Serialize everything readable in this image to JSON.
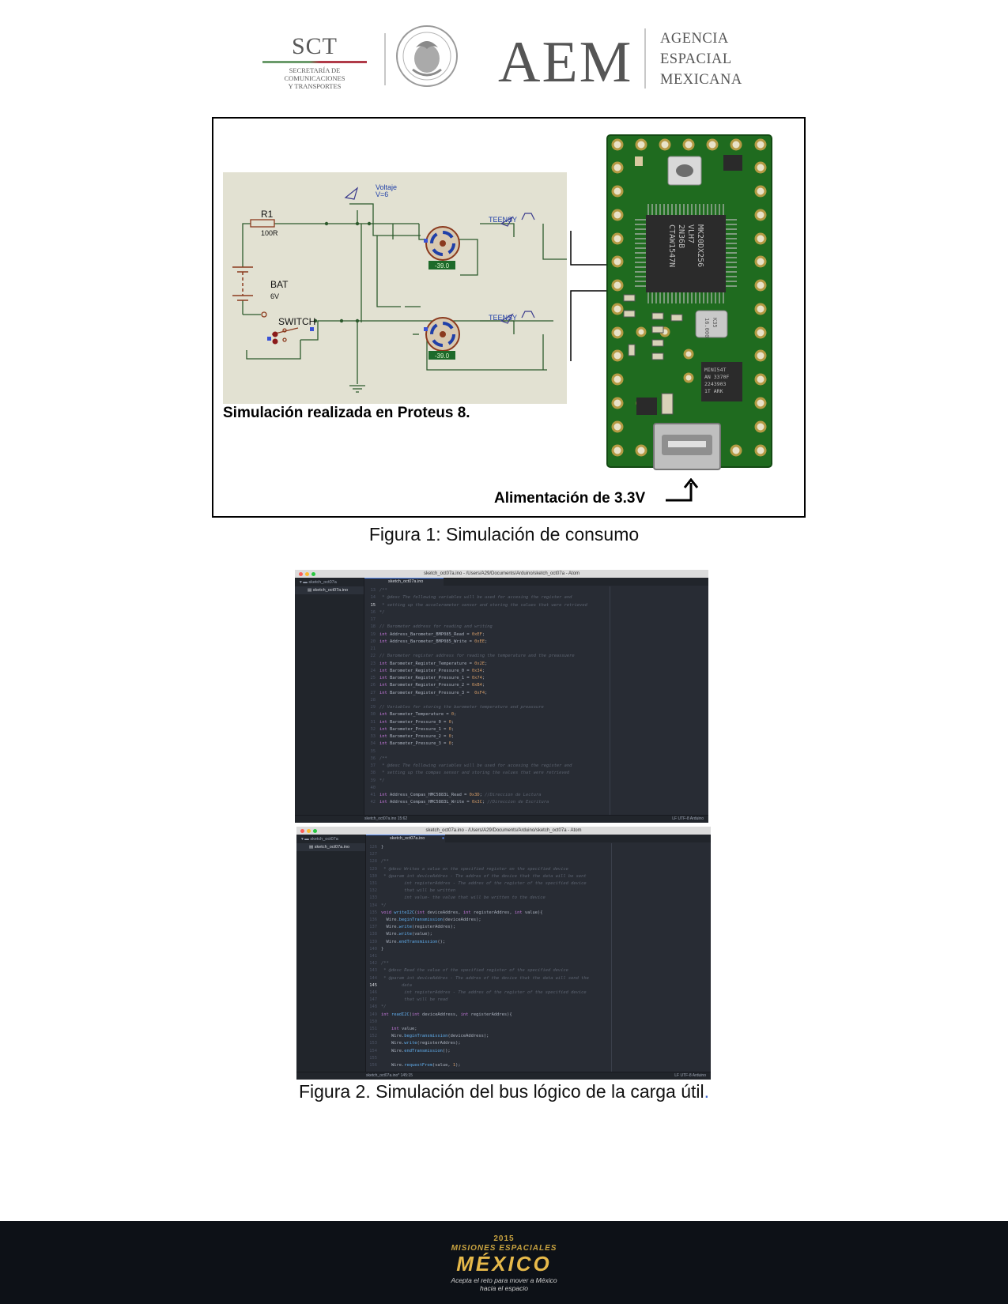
{
  "header": {
    "sct": "SCT",
    "sct_sub": [
      "Secretaría de",
      "Comunicaciones",
      "y Transportes"
    ],
    "aem": "AEM",
    "agencia": [
      "AGENCIA",
      "ESPACIAL",
      "MEXICANA"
    ]
  },
  "figure1": {
    "schematic": {
      "voltaje": "Voltaje",
      "v_value": "V=6",
      "r1": "R1",
      "r1_value": "100R",
      "bat": "BAT",
      "bat_value": "6V",
      "switch": "SWITCH",
      "teensy_top": "TEENSY",
      "teensy_bottom": "TEENSY",
      "motor_top_value": "-39.0",
      "motor_bottom_value": "-39.0"
    },
    "chip": [
      "MK20DX256",
      "VLH7",
      "2N36B",
      "CTAW1547N"
    ],
    "crystal": [
      "16.000",
      "K35"
    ],
    "chip2": [
      "MINI54T",
      "AN 3370F",
      "2243903",
      "1T ARK"
    ],
    "sim_caption": "Simulación realizada en Proteus 8.",
    "power_label": "Alimentación de 3.3V",
    "caption": "Figura 1: Simulación de consumo"
  },
  "editor_top": {
    "title": "sketch_oct07a.ino - /Users/A29/Documents/Arduino/sketch_oct07a - Atom",
    "project": "sketch_oct07a",
    "file": "sketch_oct07a.ino",
    "tab": "sketch_oct07a.ino",
    "status_left": "sketch_oct07a.ino    15:62",
    "status_right": "LF    UTF-8    Arduino",
    "current_line": "15",
    "lines": [
      {
        "n": "13",
        "parts": [
          [
            "cm",
            "/**"
          ]
        ]
      },
      {
        "n": "14",
        "parts": [
          [
            "cm",
            " * @desc The following variables will be used for accesing the register and"
          ]
        ]
      },
      {
        "n": "15",
        "parts": [
          [
            "cm",
            " * setting up the accelerometer sensor and storing the values that were retrieved"
          ]
        ]
      },
      {
        "n": "16",
        "parts": [
          [
            "cm",
            "*/"
          ]
        ]
      },
      {
        "n": "17",
        "parts": []
      },
      {
        "n": "18",
        "parts": [
          [
            "cm",
            "// Barometer address for reading and writing"
          ]
        ]
      },
      {
        "n": "19",
        "parts": [
          [
            "kw",
            "int"
          ],
          [
            "",
            " Address_Barometer_BMP085_Read = "
          ],
          [
            "num",
            "0xEF"
          ],
          [
            "",
            ";"
          ]
        ]
      },
      {
        "n": "20",
        "parts": [
          [
            "kw",
            "int"
          ],
          [
            "",
            " Address_Barometer_BMP085_Write = "
          ],
          [
            "num",
            "0xEE"
          ],
          [
            "",
            ";"
          ]
        ]
      },
      {
        "n": "21",
        "parts": []
      },
      {
        "n": "22",
        "parts": [
          [
            "cm",
            "// Barometer register address for reading the temperature and the preassuere"
          ]
        ]
      },
      {
        "n": "23",
        "parts": [
          [
            "kw",
            "int"
          ],
          [
            "",
            " Barometer_Register_Temperature = "
          ],
          [
            "num",
            "0x2E"
          ],
          [
            "",
            ";"
          ]
        ]
      },
      {
        "n": "24",
        "parts": [
          [
            "kw",
            "int"
          ],
          [
            "",
            " Barometer_Register_Pressure_0 = "
          ],
          [
            "num",
            "0x34"
          ],
          [
            "",
            ";"
          ]
        ]
      },
      {
        "n": "25",
        "parts": [
          [
            "kw",
            "int"
          ],
          [
            "",
            " Barometer_Register_Pressure_1 = "
          ],
          [
            "num",
            "0x74"
          ],
          [
            "",
            ";"
          ]
        ]
      },
      {
        "n": "26",
        "parts": [
          [
            "kw",
            "int"
          ],
          [
            "",
            " Barometer_Register_Pressure_2 = "
          ],
          [
            "num",
            "0xB4"
          ],
          [
            "",
            ";"
          ]
        ]
      },
      {
        "n": "27",
        "parts": [
          [
            "kw",
            "int"
          ],
          [
            "",
            " Barometer_Register_Pressure_3 =  "
          ],
          [
            "num",
            "0xF4"
          ],
          [
            "",
            ";"
          ]
        ]
      },
      {
        "n": "28",
        "parts": []
      },
      {
        "n": "29",
        "parts": [
          [
            "cm",
            "// Variables for storing the barometer temperature and preassure"
          ]
        ]
      },
      {
        "n": "30",
        "parts": [
          [
            "kw",
            "int"
          ],
          [
            "",
            " Barometer_Temperature = "
          ],
          [
            "num",
            "0"
          ],
          [
            "",
            ";"
          ]
        ]
      },
      {
        "n": "31",
        "parts": [
          [
            "kw",
            "int"
          ],
          [
            "",
            " Barometer_Pressure_0 = "
          ],
          [
            "num",
            "0"
          ],
          [
            "",
            ";"
          ]
        ]
      },
      {
        "n": "32",
        "parts": [
          [
            "kw",
            "int"
          ],
          [
            "",
            " Barometer_Pressure_1 = "
          ],
          [
            "num",
            "0"
          ],
          [
            "",
            ";"
          ]
        ]
      },
      {
        "n": "33",
        "parts": [
          [
            "kw",
            "int"
          ],
          [
            "",
            " Barometer_Pressure_2 = "
          ],
          [
            "num",
            "0"
          ],
          [
            "",
            ";"
          ]
        ]
      },
      {
        "n": "34",
        "parts": [
          [
            "kw",
            "int"
          ],
          [
            "",
            " Barometer_Pressure_3 = "
          ],
          [
            "num",
            "0"
          ],
          [
            "",
            ";"
          ]
        ]
      },
      {
        "n": "35",
        "parts": []
      },
      {
        "n": "36",
        "parts": [
          [
            "cm",
            "/**"
          ]
        ]
      },
      {
        "n": "37",
        "parts": [
          [
            "cm",
            " * @desc The following variables will be used for accesing the register and"
          ]
        ]
      },
      {
        "n": "38",
        "parts": [
          [
            "cm",
            " * setting up the compas sensor and storing the values that were retrieved"
          ]
        ]
      },
      {
        "n": "39",
        "parts": [
          [
            "cm",
            "*/"
          ]
        ]
      },
      {
        "n": "40",
        "parts": []
      },
      {
        "n": "41",
        "parts": [
          [
            "kw",
            "int"
          ],
          [
            "",
            " Address_Compas_HMC5883L_Read = "
          ],
          [
            "num",
            "0x3D"
          ],
          [
            "",
            "; "
          ],
          [
            "cm",
            "//Direccion de Lectura"
          ]
        ]
      },
      {
        "n": "42",
        "parts": [
          [
            "kw",
            "int"
          ],
          [
            "",
            " Address_Compas_HMC5883L_Write = "
          ],
          [
            "num",
            "0x3C"
          ],
          [
            "",
            "; "
          ],
          [
            "cm",
            "//Direccion de Escritura"
          ]
        ]
      }
    ]
  },
  "editor_bottom": {
    "title": "sketch_oct07a.ino - /Users/A29/Documents/Arduino/sketch_oct07a - Atom",
    "project": "sketch_oct07a",
    "file": "sketch_oct07a.ino",
    "tab": "sketch_oct07a.ino",
    "status_left": "sketch_oct07a.ino*    145:15",
    "status_right": "LF    UTF-8    Arduino",
    "current_line": "145",
    "lines": [
      {
        "n": "126",
        "parts": [
          [
            "",
            "}"
          ]
        ]
      },
      {
        "n": "127",
        "parts": []
      },
      {
        "n": "128",
        "parts": [
          [
            "cm",
            "/**"
          ]
        ]
      },
      {
        "n": "129",
        "parts": [
          [
            "cm",
            " * @desc Writes a value on the specified register on the specified device"
          ]
        ]
      },
      {
        "n": "130",
        "parts": [
          [
            "cm",
            " * @param int deviceAddres - The addres of the device that the data will be sent"
          ]
        ]
      },
      {
        "n": "131",
        "parts": [
          [
            "cm",
            "         int registerAddres - The addres of the register of the specified device"
          ]
        ]
      },
      {
        "n": "132",
        "parts": [
          [
            "cm",
            "         that will be written"
          ]
        ]
      },
      {
        "n": "133",
        "parts": [
          [
            "cm",
            "         int value- the value that will be written to the device"
          ]
        ]
      },
      {
        "n": "134",
        "parts": [
          [
            "cm",
            "*/"
          ]
        ]
      },
      {
        "n": "135",
        "parts": [
          [
            "kw",
            "void"
          ],
          [
            "",
            " "
          ],
          [
            "fn",
            "writeI2C"
          ],
          [
            "",
            "("
          ],
          [
            "kw",
            "int"
          ],
          [
            "",
            " deviceAddres, "
          ],
          [
            "kw",
            "int"
          ],
          [
            "",
            " registerAddres, "
          ],
          [
            "kw",
            "int"
          ],
          [
            "",
            " value){"
          ]
        ]
      },
      {
        "n": "136",
        "parts": [
          [
            "",
            "  Wire."
          ],
          [
            "fn",
            "beginTransmission"
          ],
          [
            "",
            "(deviceAddres);"
          ]
        ]
      },
      {
        "n": "137",
        "parts": [
          [
            "",
            "  Wire."
          ],
          [
            "fn",
            "write"
          ],
          [
            "",
            "(registerAddres);"
          ]
        ]
      },
      {
        "n": "138",
        "parts": [
          [
            "",
            "  Wire."
          ],
          [
            "fn",
            "write"
          ],
          [
            "",
            "(value);"
          ]
        ]
      },
      {
        "n": "139",
        "parts": [
          [
            "",
            "  Wire."
          ],
          [
            "fn",
            "endTransmission"
          ],
          [
            "",
            "();"
          ]
        ]
      },
      {
        "n": "140",
        "parts": [
          [
            "",
            "}"
          ]
        ]
      },
      {
        "n": "141",
        "parts": []
      },
      {
        "n": "142",
        "parts": [
          [
            "cm",
            "/**"
          ]
        ]
      },
      {
        "n": "143",
        "parts": [
          [
            "cm",
            " * @desc Read the value of the specified register of the specified device"
          ]
        ]
      },
      {
        "n": "144",
        "parts": [
          [
            "cm",
            " * @param int deviceAddres - The addres of the device that the data will send the"
          ]
        ]
      },
      {
        "n": "145",
        "parts": [
          [
            "cm",
            "        data"
          ]
        ]
      },
      {
        "n": "146",
        "parts": [
          [
            "cm",
            "         int registerAddres - The addres of the register of the specified device"
          ]
        ]
      },
      {
        "n": "147",
        "parts": [
          [
            "cm",
            "         that will be read"
          ]
        ]
      },
      {
        "n": "148",
        "parts": [
          [
            "cm",
            "*/"
          ]
        ]
      },
      {
        "n": "149",
        "parts": [
          [
            "kw",
            "int"
          ],
          [
            "",
            " "
          ],
          [
            "fn",
            "readI2C"
          ],
          [
            "",
            "("
          ],
          [
            "kw",
            "int"
          ],
          [
            "",
            " deviceAddress, "
          ],
          [
            "kw",
            "int"
          ],
          [
            "",
            " registerAddres){"
          ]
        ]
      },
      {
        "n": "150",
        "parts": []
      },
      {
        "n": "151",
        "parts": [
          [
            "",
            "    "
          ],
          [
            "kw",
            "int"
          ],
          [
            "",
            " value;"
          ]
        ]
      },
      {
        "n": "152",
        "parts": [
          [
            "",
            "    Wire."
          ],
          [
            "fn",
            "beginTransmission"
          ],
          [
            "",
            "(deviceAddress);"
          ]
        ]
      },
      {
        "n": "153",
        "parts": [
          [
            "",
            "    Wire."
          ],
          [
            "fn",
            "write"
          ],
          [
            "",
            "(registerAddres);"
          ]
        ]
      },
      {
        "n": "154",
        "parts": [
          [
            "",
            "    Wire."
          ],
          [
            "fn",
            "endTransmission"
          ],
          [
            "",
            "();"
          ]
        ]
      },
      {
        "n": "155",
        "parts": []
      },
      {
        "n": "156",
        "parts": [
          [
            "",
            "    Wire."
          ],
          [
            "fn",
            "requestFrom"
          ],
          [
            "",
            "(value, "
          ],
          [
            "num",
            "1"
          ],
          [
            "",
            ");"
          ]
        ]
      }
    ]
  },
  "figure2": {
    "caption": "Figura 2. Simulación del bus lógico de la carga útil",
    "caption_end": "."
  },
  "footer": {
    "year": "2015",
    "line1": "MISIONES ESPACIALES",
    "main": "MÉXICO",
    "slogan1": "Acepta el reto para mover a México",
    "slogan2": "hacia el espacio"
  }
}
